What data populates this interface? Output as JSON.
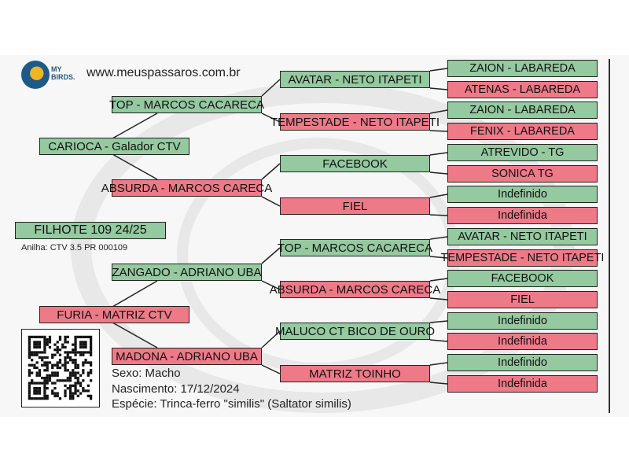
{
  "header": {
    "brand_logo": "MY BIRDS.",
    "website": "www.meuspassaros.com.br"
  },
  "colors": {
    "male": "#95c9a0",
    "female": "#ee7a88"
  },
  "subject": {
    "name": "FILHOTE 109 24/25",
    "sex": "m",
    "ring": "Anilha: CTV 3.5 PR 000109",
    "sexo": "Sexo: Macho",
    "nascimento": "Nascimento: 17/12/2024",
    "especie": "Espécie: Trinca-ferro \"similis\" (Saltator similis)"
  },
  "generations": [
    [
      {
        "name": "CARIOCA - Galador CTV",
        "sex": "m"
      },
      {
        "name": "FURIA - MATRIZ CTV",
        "sex": "f"
      }
    ],
    [
      {
        "name": "TOP - MARCOS CACARECA",
        "sex": "m"
      },
      {
        "name": "ABSURDA - MARCOS CARECA",
        "sex": "f"
      },
      {
        "name": "ZANGADO - ADRIANO UBA",
        "sex": "m"
      },
      {
        "name": "MADONA - ADRIANO UBA",
        "sex": "f"
      }
    ],
    [
      {
        "name": "AVATAR - NETO ITAPETI",
        "sex": "m"
      },
      {
        "name": "TEMPESTADE - NETO ITAPETI",
        "sex": "f"
      },
      {
        "name": "FACEBOOK",
        "sex": "m"
      },
      {
        "name": "FIEL",
        "sex": "f"
      },
      {
        "name": "TOP - MARCOS CACARECA",
        "sex": "m"
      },
      {
        "name": "ABSURDA - MARCOS CARECA",
        "sex": "f"
      },
      {
        "name": "MALUCO CT BICO DE OURO",
        "sex": "m"
      },
      {
        "name": "MATRIZ TOINHO",
        "sex": "f"
      }
    ],
    [
      {
        "name": "ZAION - LABAREDA",
        "sex": "m"
      },
      {
        "name": "ATENAS - LABAREDA",
        "sex": "f"
      },
      {
        "name": "ZAION - LABAREDA",
        "sex": "m"
      },
      {
        "name": "FENIX - LABAREDA",
        "sex": "f"
      },
      {
        "name": "ATREVIDO - TG",
        "sex": "m"
      },
      {
        "name": "SONICA TG",
        "sex": "f"
      },
      {
        "name": "Indefinido",
        "sex": "m"
      },
      {
        "name": "Indefinida",
        "sex": "f"
      },
      {
        "name": "AVATAR - NETO ITAPETI",
        "sex": "m"
      },
      {
        "name": "TEMPESTADE - NETO ITAPETI",
        "sex": "f"
      },
      {
        "name": "FACEBOOK",
        "sex": "m"
      },
      {
        "name": "FIEL",
        "sex": "f"
      },
      {
        "name": "Indefinido",
        "sex": "m"
      },
      {
        "name": "Indefinida",
        "sex": "f"
      },
      {
        "name": "Indefinido",
        "sex": "m"
      },
      {
        "name": "Indefinida",
        "sex": "f"
      }
    ]
  ]
}
